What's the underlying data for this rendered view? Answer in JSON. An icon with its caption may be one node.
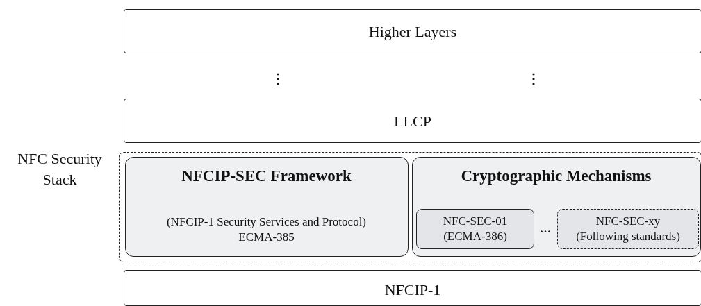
{
  "diagram": {
    "nodes": [
      {
        "text": [
          "Higher Layers"
        ]
      },
      {
        "text": [
          "LLCP"
        ]
      },
      {
        "text": [
          "NFC Security Stack"
        ]
      },
      {
        "text": [
          "NFCIP-SEC Framework",
          "(NFCIP-1 Security Services and Protocol) ECMA-385"
        ],
        "in": 2
      },
      {
        "text": [
          "Cryptographic Mechanisms"
        ],
        "in": 2
      },
      {
        "text": [
          "NFC-SEC-01 (ECMA-386)"
        ],
        "in": 4
      },
      {
        "text": [
          "NFC-SEC-xy (Following standards)"
        ],
        "in": 4
      },
      {
        "text": [
          "NFCIP-1"
        ]
      }
    ],
    "edges": [],
    "labels": [
      "⋮",
      "⋮",
      "…"
    ]
  }
}
